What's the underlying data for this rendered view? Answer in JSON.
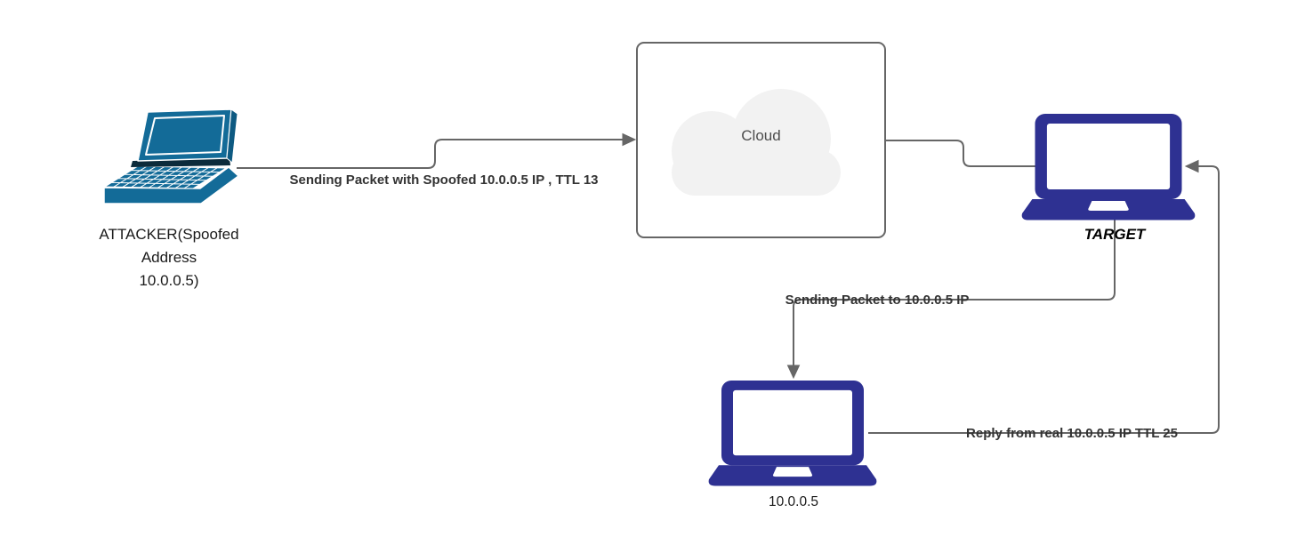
{
  "diagram": {
    "title": "IP spoofing network diagram",
    "background_color": "#ffffff",
    "edge_color": "#666666",
    "edge_label_color": "#333333",
    "nodes": {
      "attacker": {
        "icon": "laptop-3d",
        "color": "#136b98",
        "label_lines": [
          "ATTACKER(Spoofed",
          "Address",
          "10.0.0.5)"
        ]
      },
      "cloud": {
        "icon": "cloud",
        "label": "Cloud",
        "fill": "#f2f2f2",
        "border_color": "#666666",
        "text_color": "#4d4d4d"
      },
      "target": {
        "icon": "laptop-front",
        "color": "#2e3192",
        "label": "TARGET"
      },
      "real_host": {
        "icon": "laptop-front",
        "color": "#2e3192",
        "label": "10.0.0.5"
      }
    },
    "edges": {
      "spoofed_packet": {
        "from": "attacker",
        "to": "cloud",
        "label": "Sending Packet with Spoofed 10.0.0.5 IP , TTL 13"
      },
      "cloud_to_target": {
        "from": "cloud",
        "to": "target",
        "label": ""
      },
      "target_to_real": {
        "from": "target",
        "to": "real_host",
        "label": "Sending Packet to 10.0.0.5 IP"
      },
      "reply": {
        "from": "real_host",
        "to": "target",
        "label": "Reply from real 10.0.0.5 IP TTL 25"
      }
    }
  }
}
